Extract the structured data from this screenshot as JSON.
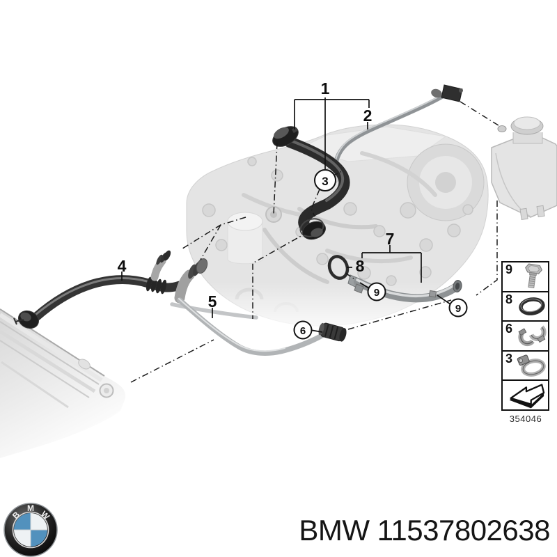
{
  "diagram": {
    "callouts": {
      "n1": "1",
      "n2": "2",
      "n3": "3",
      "n4": "4",
      "n5": "5",
      "n6": "6",
      "n7": "7",
      "n8": "8",
      "n9": "9"
    },
    "legend": {
      "items": [
        {
          "ref": "9",
          "icon": "bolt-icon"
        },
        {
          "ref": "8",
          "icon": "o-ring-icon"
        },
        {
          "ref": "6",
          "icon": "spring-clamp-icon"
        },
        {
          "ref": "3",
          "icon": "hose-clamp-icon"
        },
        {
          "ref": "",
          "icon": "direction-arrow-icon"
        }
      ],
      "diagram_number": "354046"
    }
  },
  "footer": {
    "part_text": "BMW 11537802638",
    "logo_letters": {
      "b": "B",
      "m": "M",
      "w": "W"
    }
  },
  "colors": {
    "hose_dark": "#2b2b2b",
    "pipe_metal": "#8e9294",
    "bmw_blue": "#5291bd",
    "engine_gray": "#e4e4e4"
  }
}
